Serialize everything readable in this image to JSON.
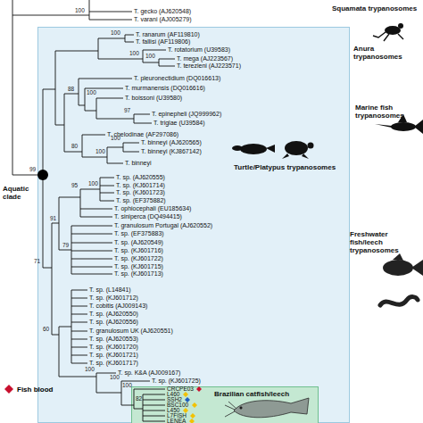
{
  "diagram": {
    "nodes": [
      {
        "text": [
          "Aquatic clade"
        ]
      },
      {
        "text": [
          "Brazilian catfish/leech"
        ],
        "in": 0
      }
    ],
    "labels": [
      "Squamata trypanosomes",
      "100",
      "T. gecko (AJ620548)",
      "T. varani (AJ005279)",
      "Anura trypanosomes",
      "100",
      "T. ranarum (AF119810)",
      "T. fallisi (AF119806)",
      "100",
      "T. rotatorium (U39583)",
      "100",
      "T. mega (AJ223567)",
      "T. terezieni (AJ223571)",
      "88",
      "T. pleuronectidium (DQ016613)",
      "100",
      "T. murmanensis (DQ016616)",
      "T. boissoni (U39580)",
      "97",
      "T. epinepheli (JQ999962)",
      "T. triglae (U39584)",
      "Marine fish trypanosomes",
      "80",
      "T. chelodinae (AF297086)",
      "100",
      "T. binneyi (AJ620565)",
      "T. binneyi (KJ867142)",
      "100",
      "T. binneyi",
      "Turtle/Platypus trypanosomes",
      "99",
      "100",
      "T. sp. (AJ620555)",
      "T. sp. (KJ601714)",
      "T. sp. (KJ601723)",
      "T. sp. (EF375882)",
      "95",
      "T. ophiocephali (EU185634)",
      "T. siniperca (DQ494415)",
      "T. granulosum Portugal (AJ620552)",
      "91",
      "T. sp. (EF375883)",
      "T. sp. (AJ620549)",
      "79",
      "T. sp. (KJ601716)",
      "T. sp. (KJ601722)",
      "T. sp. (KJ601715)",
      "T. sp. (KJ601713)",
      "Freshwater fish/leech trypanosomes",
      "71",
      "T. sp. (L14841)",
      "T. sp. (KJ601712)",
      "T. cobitis (AJ009143)",
      "T. sp. (AJ620550)",
      "T. sp. (AJ620556)",
      "60",
      "T. granulosum UK (AJ620551)",
      "T. sp. (AJ620553)",
      "T. sp. (KJ601720)",
      "T. sp. (KJ601721)",
      "T. sp. (KJ601717)",
      "100",
      "T. sp. K&A (AJ009167)",
      "100",
      "T. sp. (KJ601725)",
      "100",
      "CRCPE03",
      "82",
      "L460",
      "SSH2",
      "BSC100",
      "L450",
      "L7FISH",
      "LENEA"
    ],
    "legend": [
      {
        "text": "Fish blood"
      }
    ]
  }
}
